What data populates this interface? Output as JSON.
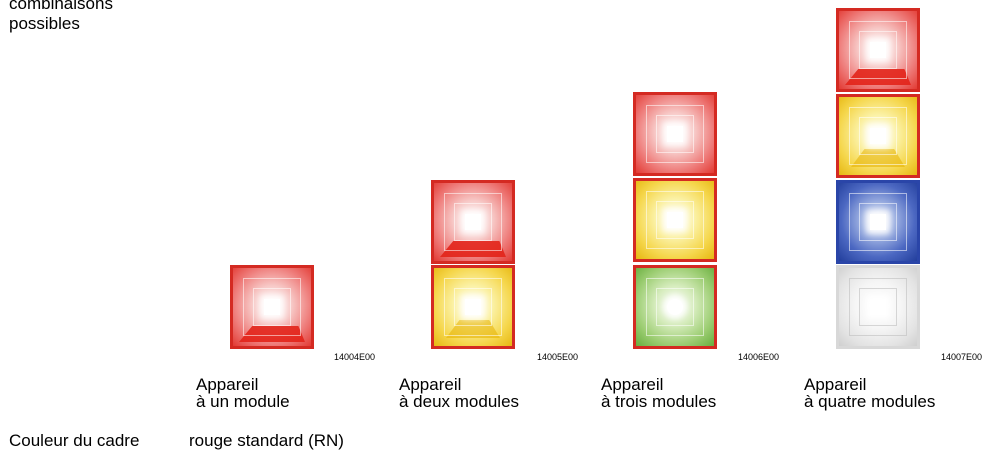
{
  "intro": {
    "line1": "combinaisons",
    "line2": "possibles"
  },
  "devices": [
    {
      "code": "14004E00",
      "caption_line1": "Appareil",
      "caption_line2": "à un module",
      "modules": [
        "red"
      ]
    },
    {
      "code": "14005E00",
      "caption_line1": "Appareil",
      "caption_line2": "à deux modules",
      "modules": [
        "red",
        "yellow"
      ]
    },
    {
      "code": "14006E00",
      "caption_line1": "Appareil",
      "caption_line2": "à trois modules",
      "modules": [
        "red",
        "yellow",
        "green"
      ]
    },
    {
      "code": "14007E00",
      "caption_line1": "Appareil",
      "caption_line2": "à quatre modules",
      "modules": [
        "red",
        "yellow",
        "blue",
        "white"
      ]
    }
  ],
  "footer": {
    "label": "Couleur du cadre",
    "value": "rouge standard (RN)"
  },
  "colors": {
    "frame": "#d42a22",
    "red": "#e23a33",
    "yellow": "#f5d64b",
    "green": "#9ccd72",
    "blue": "#223e9c",
    "white": "#e3e3e3"
  }
}
